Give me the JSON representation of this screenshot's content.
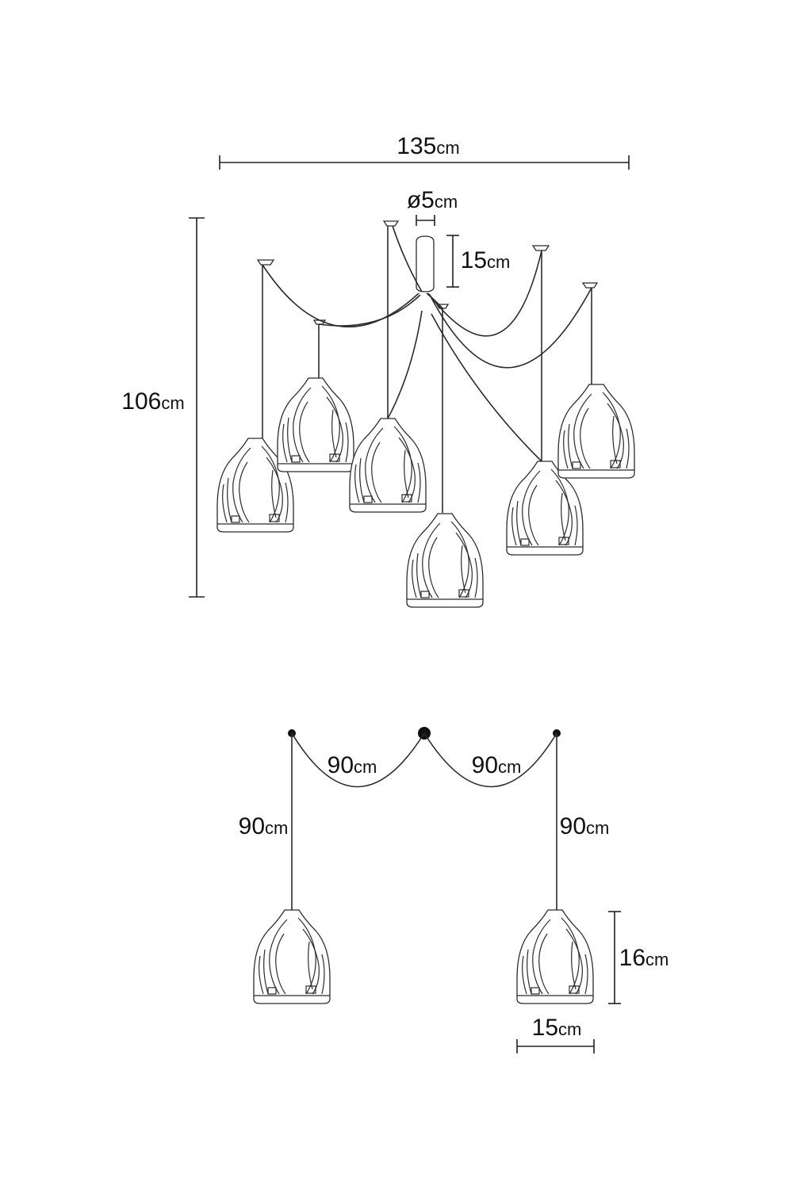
{
  "top_view": {
    "width_dimension": {
      "value": "135",
      "unit": "cm"
    },
    "height_dimension": {
      "value": "106",
      "unit": "cm"
    },
    "canopy_diameter": {
      "value": "ø5",
      "unit": "cm"
    },
    "canopy_height": {
      "value": "15",
      "unit": "cm"
    }
  },
  "bottom_view": {
    "left_swag": {
      "value": "90",
      "unit": "cm"
    },
    "right_swag": {
      "value": "90",
      "unit": "cm"
    },
    "left_drop": {
      "value": "90",
      "unit": "cm"
    },
    "right_drop": {
      "value": "90",
      "unit": "cm"
    },
    "shade_height": {
      "value": "16",
      "unit": "cm"
    },
    "shade_width": {
      "value": "15",
      "unit": "cm"
    }
  }
}
